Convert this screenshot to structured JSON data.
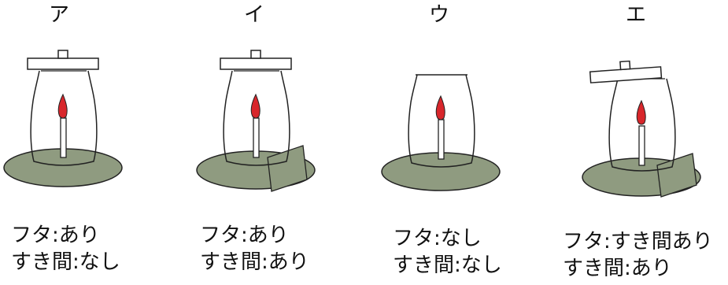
{
  "panels": [
    {
      "letter": "ア",
      "lid_label": "フタ:あり",
      "gap_label": "すき間:なし",
      "lid": "closed",
      "gap": false
    },
    {
      "letter": "イ",
      "lid_label": "フタ:あり",
      "gap_label": "すき間:あり",
      "lid": "closed",
      "gap": true
    },
    {
      "letter": "ウ",
      "lid_label": "フタ:なし",
      "gap_label": "すき間:なし",
      "lid": "none",
      "gap": false
    },
    {
      "letter": "エ",
      "lid_label": "フタ:すき間あり",
      "gap_label": "すき間:あり",
      "lid": "ajar",
      "gap": true
    }
  ],
  "colors": {
    "base": "#8f9b80",
    "flame": "#d8262b",
    "line": "#222222"
  }
}
